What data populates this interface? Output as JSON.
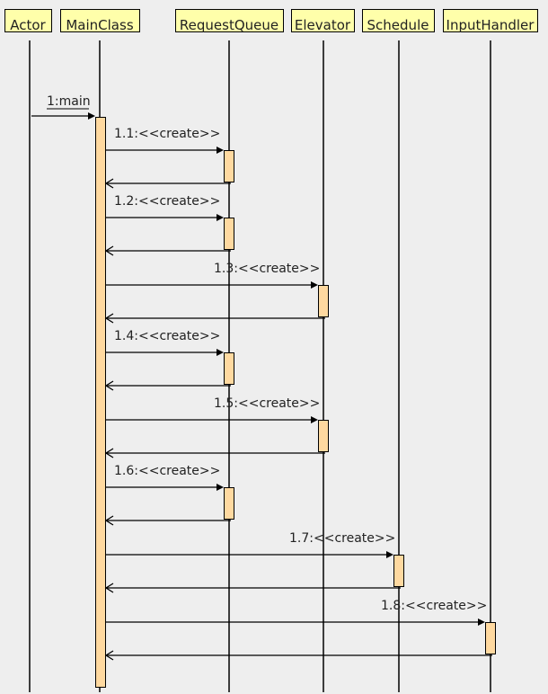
{
  "colors": {
    "background": "#eeeeee",
    "header_fill": "#ffffaa",
    "activation_fill": "#ffd9a0",
    "line": "#000000",
    "text": "#222222"
  },
  "participants": [
    {
      "id": "actor",
      "label": "Actor"
    },
    {
      "id": "main",
      "label": "MainClass"
    },
    {
      "id": "queue",
      "label": "RequestQueue"
    },
    {
      "id": "elevator",
      "label": "Elevator"
    },
    {
      "id": "schedule",
      "label": "Schedule"
    },
    {
      "id": "input",
      "label": "InputHandler"
    }
  ],
  "messages": [
    {
      "label": "1:main",
      "from": "actor",
      "to": "main"
    },
    {
      "label": "1.1:<<create>>",
      "from": "main",
      "to": "queue"
    },
    {
      "label": "1.2:<<create>>",
      "from": "main",
      "to": "queue"
    },
    {
      "label": "1.3:<<create>>",
      "from": "main",
      "to": "elevator"
    },
    {
      "label": "1.4:<<create>>",
      "from": "main",
      "to": "queue"
    },
    {
      "label": "1.5:<<create>>",
      "from": "main",
      "to": "elevator"
    },
    {
      "label": "1.6:<<create>>",
      "from": "main",
      "to": "queue"
    },
    {
      "label": "1.7:<<create>>",
      "from": "main",
      "to": "schedule"
    },
    {
      "label": "1.8:<<create>>",
      "from": "main",
      "to": "input"
    }
  ]
}
